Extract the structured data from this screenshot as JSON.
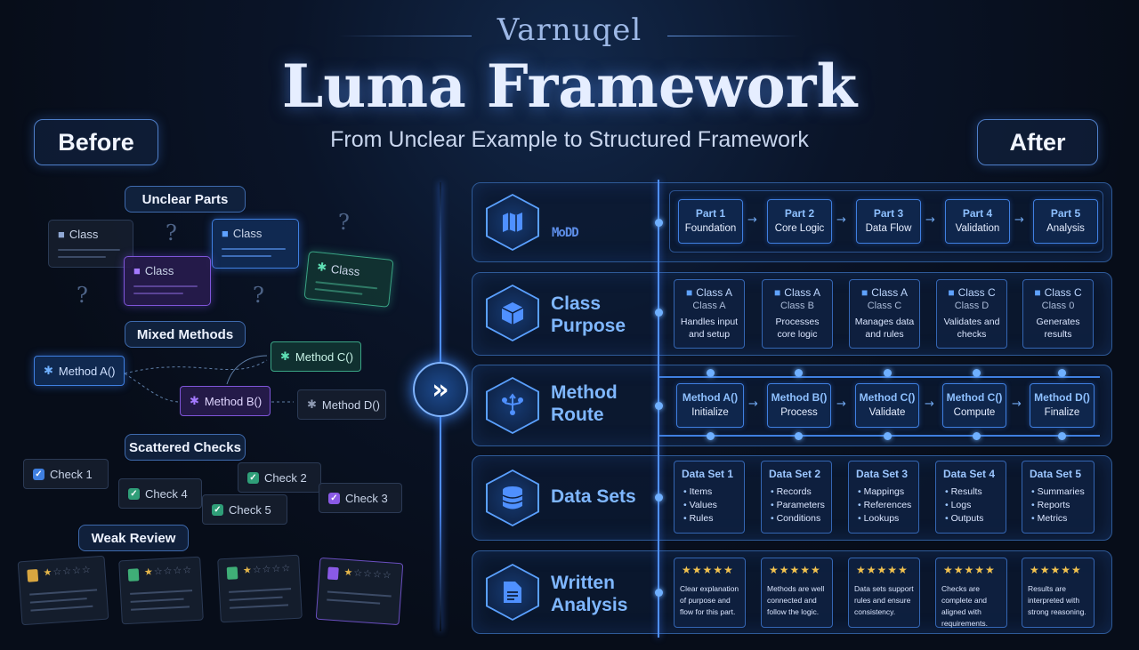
{
  "header": {
    "brand": "Varnuqel",
    "title": "Luma Framework",
    "subtitle": "From Unclear Example to Structured Framework",
    "before": "Before",
    "after": "After"
  },
  "before": {
    "unclear_parts": {
      "label": "Unclear Parts",
      "cards": [
        "Class",
        "Class",
        "Class",
        "Class"
      ],
      "question_mark": "?"
    },
    "mixed_methods": {
      "label": "Mixed Methods",
      "items": [
        "Method A()",
        "Method C()",
        "Method B()",
        "Method D()"
      ]
    },
    "scattered_checks": {
      "label": "Scattered Checks",
      "items": [
        "Check 1",
        "Check 4",
        "Check 2",
        "Check 5",
        "Check 3"
      ]
    },
    "weak_review": {
      "label": "Weak Review",
      "rating_glyphs": {
        "filled": "★",
        "empty": "☆☆☆☆"
      }
    }
  },
  "after": {
    "forward_icon": "»",
    "rows": [
      {
        "label_lines": [
          "MoDD"
        ],
        "icon": "map-icon"
      },
      {
        "label_lines": [
          "Class",
          "Purpose"
        ],
        "icon": "cube-icon"
      },
      {
        "label_lines": [
          "Method",
          "Route"
        ],
        "icon": "route-icon"
      },
      {
        "label_lines": [
          "Data Sets"
        ],
        "icon": "database-icon"
      },
      {
        "label_lines": [
          "Written",
          "Analysis"
        ],
        "icon": "document-icon"
      }
    ],
    "parts": [
      {
        "title": "Part 1",
        "sub": "Foundation"
      },
      {
        "title": "Part 2",
        "sub": "Core Logic"
      },
      {
        "title": "Part 3",
        "sub": "Data Flow"
      },
      {
        "title": "Part 4",
        "sub": "Validation"
      },
      {
        "title": "Part 5",
        "sub": "Analysis"
      }
    ],
    "classes": [
      {
        "title": "Class A",
        "sub": "Class A",
        "desc": "Handles input and setup"
      },
      {
        "title": "Class A",
        "sub": "Class B",
        "desc": "Processes core logic"
      },
      {
        "title": "Class A",
        "sub": "Class C",
        "desc": "Manages data and rules"
      },
      {
        "title": "Class C",
        "sub": "Class D",
        "desc": "Validates and checks"
      },
      {
        "title": "Class C",
        "sub": "Class 0",
        "desc": "Generates results"
      }
    ],
    "methods": [
      {
        "title": "Method A()",
        "sub": "Initialize"
      },
      {
        "title": "Method B()",
        "sub": "Process"
      },
      {
        "title": "Method C()",
        "sub": "Validate"
      },
      {
        "title": "Method C()",
        "sub": "Compute"
      },
      {
        "title": "Method D()",
        "sub": "Finalize"
      }
    ],
    "datasets": [
      {
        "title": "Data Set 1",
        "items": [
          "Items",
          "Values",
          "Rules"
        ]
      },
      {
        "title": "Data Set 2",
        "items": [
          "Records",
          "Parameters",
          "Conditions"
        ]
      },
      {
        "title": "Data Set 3",
        "items": [
          "Mappings",
          "References",
          "Lookups"
        ]
      },
      {
        "title": "Data Set 4",
        "items": [
          "Results",
          "Logs",
          "Outputs"
        ]
      },
      {
        "title": "Data Set 5",
        "items": [
          "Summaries",
          "Reports",
          "Metrics"
        ]
      }
    ],
    "analysis": [
      {
        "stars": "★★★★★",
        "text": "Clear explanation of purpose and flow for this part."
      },
      {
        "stars": "★★★★★",
        "text": "Methods are well connected and follow the logic."
      },
      {
        "stars": "★★★★★",
        "text": "Data sets support rules and ensure consistency."
      },
      {
        "stars": "★★★★★",
        "text": "Checks are complete and aligned with requirements."
      },
      {
        "stars": "★★★★★",
        "text": "Results are interpreted with strong reasoning."
      }
    ]
  },
  "colors": {
    "accent": "#4f90ff",
    "purple": "#7f55d9",
    "green": "#3aa585",
    "star": "#f2c24f"
  }
}
